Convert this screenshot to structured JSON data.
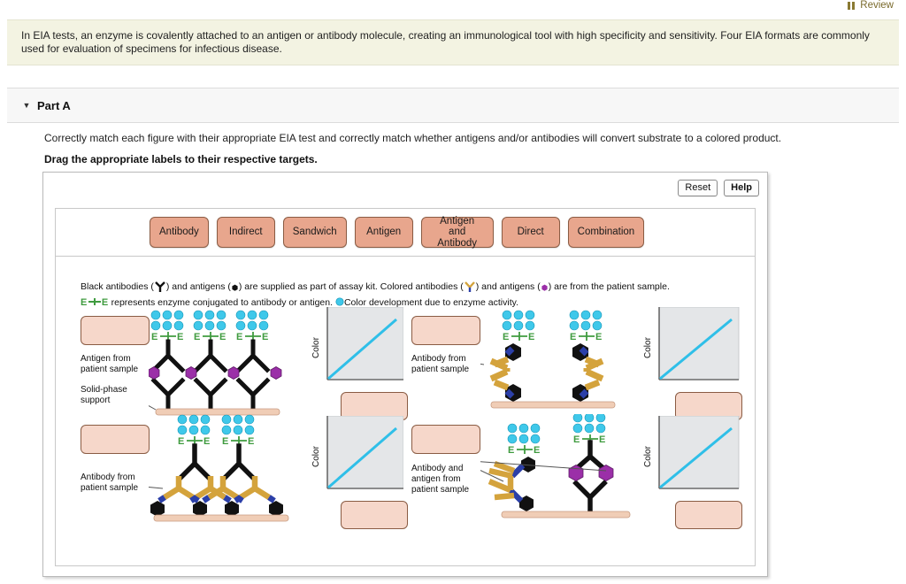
{
  "topbar": {
    "review_label": "Review",
    "review_icon": "book-icon"
  },
  "intro": {
    "text": "In EIA tests, an enzyme is covalently attached to an antigen or antibody molecule, creating an immunological tool with high specificity and sensitivity. Four EIA formats are commonly used for evaluation of specimens for infectious disease."
  },
  "part": {
    "toggle_icon": "chevron-down-icon",
    "title": "Part A",
    "question": "Correctly match each figure with their appropriate EIA test and correctly match whether antigens and/or antibodies will convert substrate to a colored product.",
    "instruction": "Drag the appropriate labels to their respective targets."
  },
  "toolbar": {
    "reset_label": "Reset",
    "help_label": "Help"
  },
  "label_bank": {
    "chips": [
      {
        "label": "Antibody"
      },
      {
        "label": "Indirect"
      },
      {
        "label": "Sandwich"
      },
      {
        "label": "Antigen"
      },
      {
        "label": "Antigen and Antibody"
      },
      {
        "label": "Direct"
      },
      {
        "label": "Combination"
      }
    ]
  },
  "legend": {
    "line1_a": "Black antibodies (",
    "line1_b": ") and antigens (",
    "line1_c": ") are supplied as part of assay kit.  Colored antibodies (",
    "line1_d": ") and antigens (",
    "line1_e": ") are from the patient sample.",
    "line2_ee": "E",
    "line2_ee2": "E",
    "line2_a": " represents enzyme conjugated to antibody or antigen.  ",
    "line2_b": "Color development due to enzyme activity."
  },
  "figures": [
    {
      "id": "figure-top-left",
      "drop_target_text": "",
      "callouts": [
        "Antigen from\npatient sample",
        "Solid-phase\nsupport"
      ]
    },
    {
      "id": "figure-top-right",
      "drop_target_text": "",
      "callouts": [
        "Antibody from\npatient sample"
      ]
    },
    {
      "id": "figure-bottom-left",
      "drop_target_text": "",
      "callouts": [
        "Antibody from\npatient sample"
      ]
    },
    {
      "id": "figure-bottom-right",
      "drop_target_text": "",
      "callouts": [
        "Antibody and\nantigen from\npatient sample"
      ]
    }
  ],
  "callout_text": {
    "antigen_patient_1": "Antigen from",
    "antigen_patient_2": "patient sample",
    "solid_phase_1": "Solid-phase",
    "solid_phase_2": "support",
    "antibody_patient_1": "Antibody from",
    "antibody_patient_2": "patient sample",
    "antibody_antigen_1": "Antibody and",
    "antibody_antigen_2": "antigen from",
    "antibody_antigen_3": "patient sample"
  },
  "charts": {
    "axis_label": "Color",
    "count": 4
  },
  "chart_data": {
    "type": "line",
    "title": "",
    "xlabel": "",
    "ylabel": "Color",
    "grid": false,
    "legend": "none",
    "xlim": [
      0,
      1
    ],
    "ylim": [
      0,
      1
    ],
    "series": [
      {
        "name": "Color development",
        "x": [
          0,
          1
        ],
        "values": [
          0,
          0.85
        ],
        "color": "#2fbfe8"
      }
    ],
    "panels": [
      {
        "name": "top-left-plot",
        "ylabel": "Color",
        "series_values": [
          0,
          0.85
        ]
      },
      {
        "name": "top-right-plot",
        "ylabel": "Color",
        "series_values": [
          0,
          0.85
        ]
      },
      {
        "name": "bottom-left-plot",
        "ylabel": "Color",
        "series_values": [
          0,
          0.85
        ]
      },
      {
        "name": "bottom-right-plot",
        "ylabel": "Color",
        "series_values": [
          0,
          0.85
        ]
      }
    ]
  },
  "colors": {
    "chip": "#e8a68d",
    "drop_target": "#f6d7ca",
    "antigen_patient": "#9b2fa8",
    "antibody_patient": "#d4a33c",
    "antibody_kit": "#111111",
    "substrate": "#3fc8ea",
    "enzyme_text": "#3f9b3f",
    "intro_bg": "#f3f3e2",
    "plot_line": "#2fbfe8"
  }
}
